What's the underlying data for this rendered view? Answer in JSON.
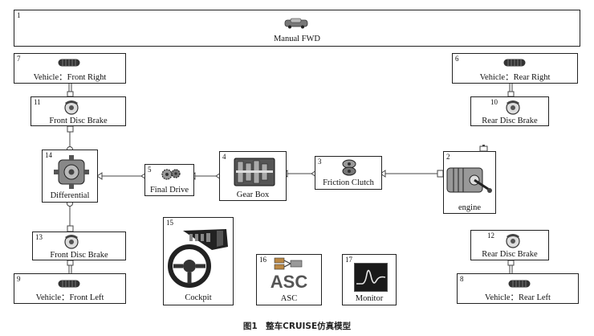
{
  "blocks": {
    "b1": {
      "num": "1",
      "label": "Manual FWD"
    },
    "b7": {
      "num": "7",
      "label": "Vehicle：Front Right"
    },
    "b6": {
      "num": "6",
      "label": "Vehicle：Rear Right"
    },
    "b11": {
      "num": "11",
      "label": "Front Disc Brake"
    },
    "b10": {
      "num": "10",
      "label": "Rear Disc Brake"
    },
    "b14": {
      "num": "14",
      "label": "Differential"
    },
    "b5": {
      "num": "5",
      "label": "Final Drive"
    },
    "b4": {
      "num": "4",
      "label": "Gear Box"
    },
    "b3": {
      "num": "3",
      "label": "Friction Clutch"
    },
    "b2": {
      "num": "2",
      "label": "engine"
    },
    "b15": {
      "num": "15",
      "label": "Cockpit"
    },
    "b13": {
      "num": "13",
      "label": "Front Disc Brake"
    },
    "b12": {
      "num": "12",
      "label": "Rear Disc Brake"
    },
    "b16": {
      "num": "16",
      "label": "ASC",
      "icon_text": "ASC"
    },
    "b17": {
      "num": "17",
      "label": "Monitor"
    },
    "b9": {
      "num": "9",
      "label": "Vehicle：Front Left"
    },
    "b8": {
      "num": "8",
      "label": "Vehicle：Rear Left"
    }
  },
  "caption": "图1　整车CRUISE仿真模型",
  "colors": {
    "border": "#222222",
    "connector": "#444444",
    "monitor_bg": "#1a1a1a",
    "monitor_trace": "#e8e8e8"
  }
}
